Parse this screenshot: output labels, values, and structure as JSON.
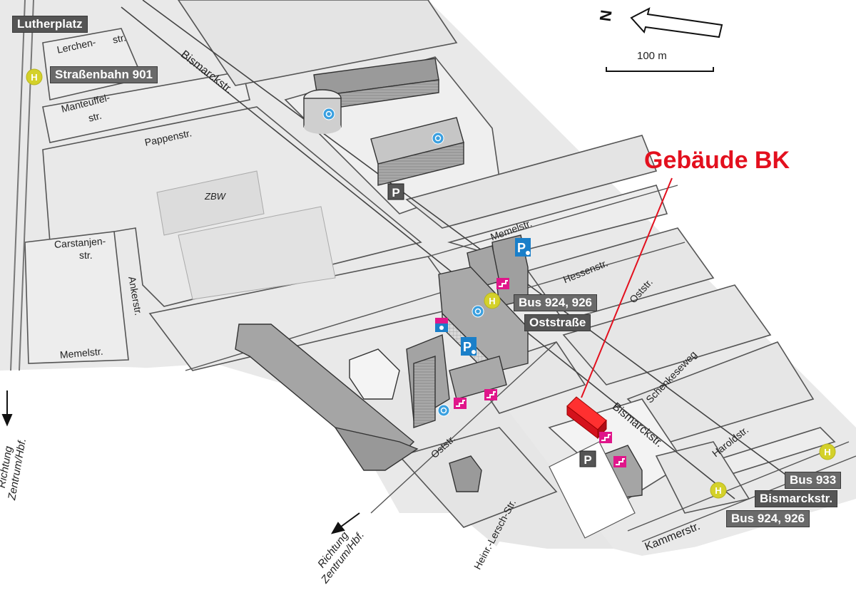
{
  "map": {
    "target_building": {
      "label": "Gebäude BK",
      "color": "#e3101e"
    },
    "scale": {
      "label": "100 m"
    },
    "north_arrow": {
      "label": "N"
    },
    "transit_labels": {
      "lutherplatz": "Lutherplatz",
      "strassenbahn": "Straßenbahn 901",
      "bus_oststr_lines": "Bus 924, 926",
      "bus_oststr_name": "Oststraße",
      "bus_933": "Bus 933",
      "bismarckstr_stop": "Bismarckstr.",
      "bus_bismarck_lines": "Bus 924, 926"
    },
    "streets": {
      "bismarckstr_top": "Bismarckstr.",
      "bismarckstr_bottom": "Bismarckstr.",
      "lerchenstr_a": "Lerchen-",
      "lerchenstr_b": "str.",
      "manteuffelstr_a": "Manteuffel-",
      "manteuffelstr_b": "str.",
      "pappenstr": "Pappenstr.",
      "zbw": "ZBW",
      "carstanjenstr_a": "Carstanjen-",
      "carstanjenstr_b": "str.",
      "ankerstr": "Ankerstr.",
      "memelstr_left": "Memelstr.",
      "memelstr_right": "Memelstr.",
      "hessenstr": "Hessenstr.",
      "oststr_right": "Oststr.",
      "oststr_center": "Oststr.",
      "schenkeseweg": "Schenkeseweg",
      "haroldstr": "Haroldstr.",
      "kammerstr": "Kammerstr.",
      "heinr_lersch_str": "Heinr.-Lersch-Str."
    },
    "directions": {
      "left": {
        "line1": "Richtung",
        "line2": "Zentrum/Hbf."
      },
      "bottom": {
        "line1": "Richtung",
        "line2": "Zentrum/Hbf."
      }
    },
    "icon_colors": {
      "stop_h": "#d4d12a",
      "parking_dark": "#555555",
      "parking_blue": "#1a7fc9",
      "stairs_pink": "#e0168a",
      "info_blue": "#3aa0e0"
    }
  }
}
